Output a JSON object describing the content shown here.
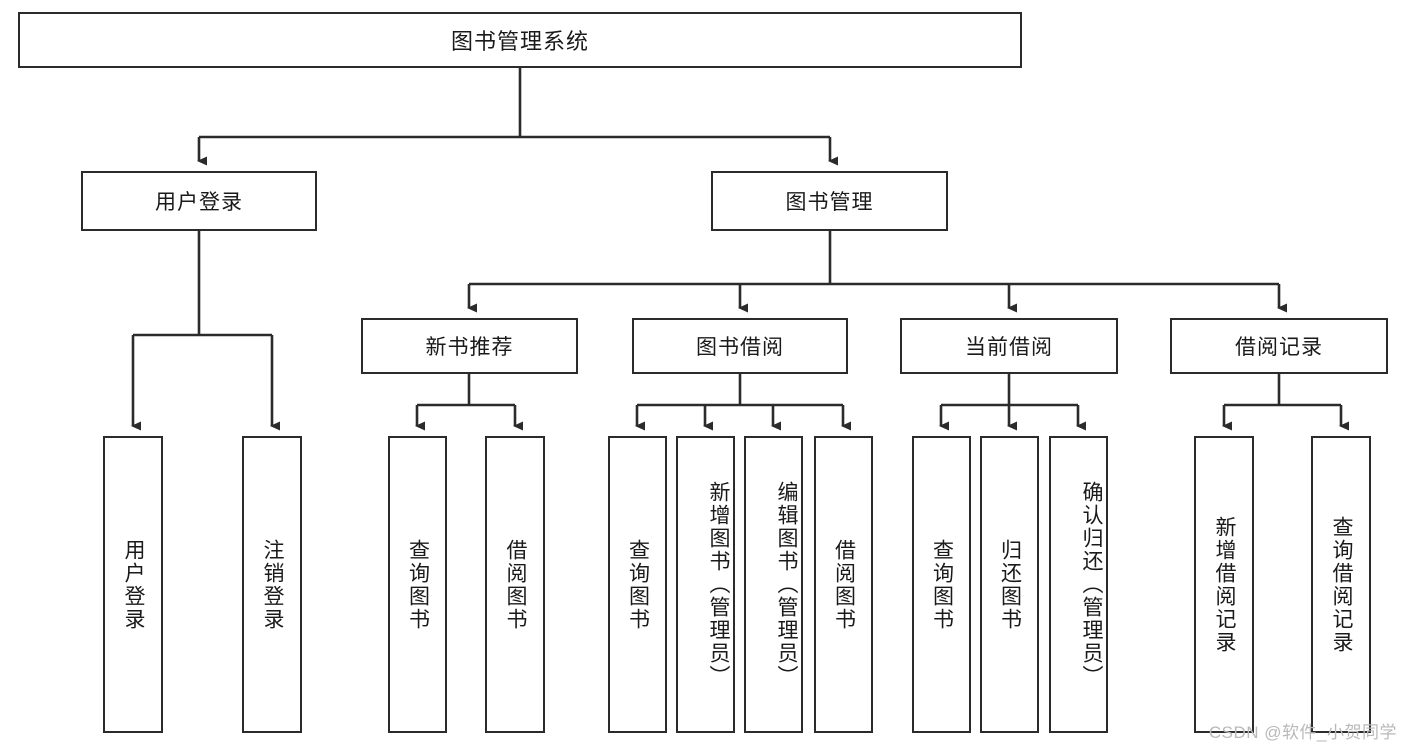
{
  "diagram": {
    "title": "图书管理系统",
    "type": "tree-hierarchy",
    "watermark": "CSDN @软件_小贺同学",
    "colors": {
      "stroke": "#2b2b2b",
      "fill": "#ffffff",
      "text": "#1a1a1a",
      "watermark": "#b9b9b9"
    },
    "nodes": {
      "root": {
        "label": "图书管理系统"
      },
      "level2": [
        {
          "id": "user-login",
          "label": "用户登录"
        },
        {
          "id": "book-manage",
          "label": "图书管理"
        }
      ],
      "level3": [
        {
          "id": "new-book-recommend",
          "label": "新书推荐"
        },
        {
          "id": "book-borrow",
          "label": "图书借阅"
        },
        {
          "id": "current-borrow",
          "label": "当前借阅"
        },
        {
          "id": "borrow-record",
          "label": "借阅记录"
        }
      ],
      "leaves": {
        "user-login": [
          {
            "id": "leaf-user-login",
            "label": "用户登录"
          },
          {
            "id": "leaf-user-logout",
            "label": "注销登录"
          }
        ],
        "new-book-recommend": [
          {
            "id": "leaf-query-book-1",
            "label": "查询图书"
          },
          {
            "id": "leaf-borrow-book-1",
            "label": "借阅图书"
          }
        ],
        "book-borrow": [
          {
            "id": "leaf-query-book-2",
            "label": "查询图书"
          },
          {
            "id": "leaf-add-book",
            "label": "新增图书（管理员）"
          },
          {
            "id": "leaf-edit-book",
            "label": "编辑图书（管理员）"
          },
          {
            "id": "leaf-borrow-book-2",
            "label": "借阅图书"
          }
        ],
        "current-borrow": [
          {
            "id": "leaf-query-book-3",
            "label": "查询图书"
          },
          {
            "id": "leaf-return-book",
            "label": "归还图书"
          },
          {
            "id": "leaf-confirm-return",
            "label": "确认归还（管理员）"
          }
        ],
        "borrow-record": [
          {
            "id": "leaf-add-record",
            "label": "新增借阅记录"
          },
          {
            "id": "leaf-query-record",
            "label": "查询借阅记录"
          }
        ]
      }
    }
  }
}
